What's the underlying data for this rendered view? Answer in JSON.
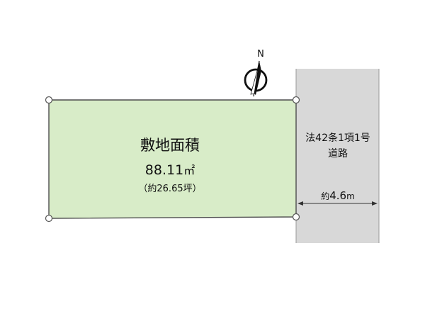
{
  "plot": {
    "title": "敷地面積",
    "area_sqm": "88.11",
    "area_unit": "㎡",
    "area_tsubo": "（約26.65坪）",
    "fill_color": "#d8ecc8",
    "border_color": "#4d4d4d"
  },
  "road": {
    "label_line1": "法42条1項1号",
    "label_line2": "道路",
    "width_prefix": "約",
    "width_value": "4.6",
    "width_unit": "m",
    "fill_color": "#d8d8d8"
  },
  "compass": {
    "north_label": "N",
    "icon": "north-arrow-icon"
  },
  "corner_markers": {
    "icon": "boundary-point-icon",
    "count": 4
  }
}
